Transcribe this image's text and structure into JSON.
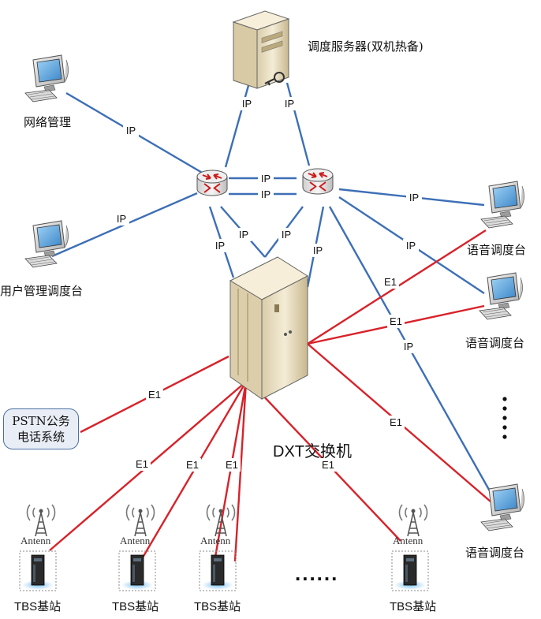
{
  "labels": {
    "dispatch_server": "调度服务器(双机热备)",
    "network_mgmt": "网络管理",
    "user_mgmt_console": "用户管理调度台",
    "voice_console": "语音调度台",
    "pstn_line1": "PSTN公务",
    "pstn_line2": "电话系统",
    "dxt_switch": "DXT交换机",
    "tbs": "TBS基站",
    "antenna": "Antenn",
    "ellipsis_h": "......",
    "ellipsis_v": "⋮"
  },
  "link_types": {
    "ip": "IP",
    "e1": "E1"
  },
  "colors": {
    "ip_link": "#3d6fb6",
    "e1_link": "#d8222a",
    "router_body": "#e6e6e6",
    "router_arrow": "#cc1b1b",
    "server_body": "#efe6cf",
    "pstn_fill": "#e9eef6"
  },
  "icons": [
    "router-icon",
    "server-icon",
    "computer-icon",
    "switch-cabinet-icon",
    "antenna-tower-icon",
    "base-station-icon"
  ]
}
